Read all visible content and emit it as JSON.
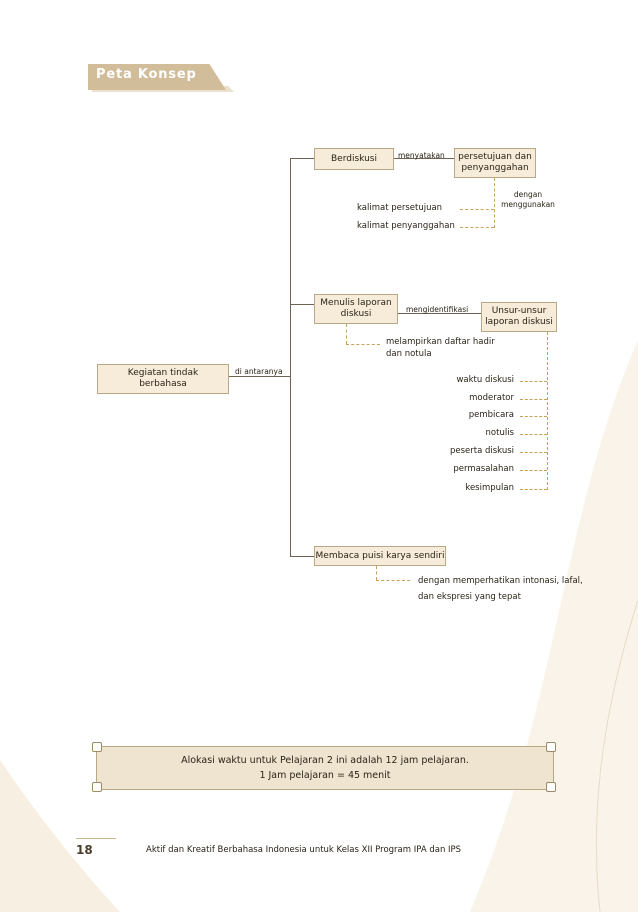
{
  "header": {
    "title": "Peta Konsep"
  },
  "concept_map": {
    "root": "Kegiatan tindak berbahasa",
    "root_link": "di antaranya",
    "branches": {
      "berdiskusi": {
        "label": "Berdiskusi",
        "link": "menyatakan",
        "target": "persetujuan dan penyanggahan",
        "sub_link": "dengan menggunakan",
        "items": [
          "kalimat persetujuan",
          "kalimat penyanggahan"
        ]
      },
      "laporan": {
        "label": "Menulis laporan diskusi",
        "link": "mengidentifikasi",
        "target": "Unsur-unsur laporan diskusi",
        "attach": "melampirkan daftar hadir dan notula",
        "items": [
          "waktu diskusi",
          "moderator",
          "pembicara",
          "notulis",
          "peserta diskusi",
          "permasalahan",
          "kesimpulan"
        ]
      },
      "puisi": {
        "label": "Membaca puisi karya sendiri",
        "note": "dengan memperhatikan intonasi, lafal, dan ekspresi yang tepat"
      }
    }
  },
  "note": {
    "line1": "Alokasi waktu untuk Pelajaran 2 ini adalah 12 jam pelajaran.",
    "line2": "1 Jam pelajaran = 45 menit"
  },
  "footer": {
    "page_number": "18",
    "book_title": "Aktif dan Kreatif Berbahasa Indonesia untuk Kelas XII Program IPA dan IPS"
  }
}
